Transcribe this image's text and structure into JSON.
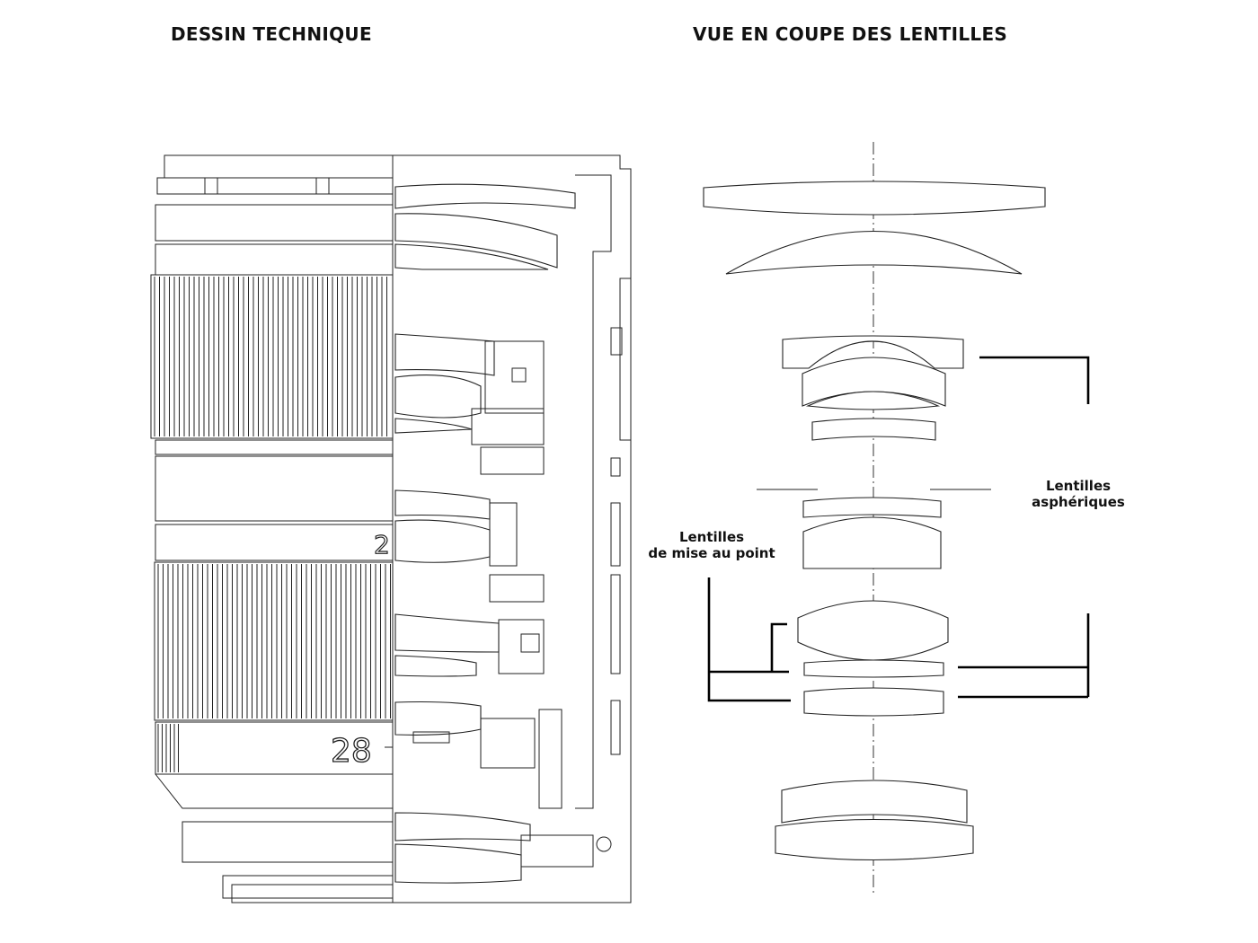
{
  "headings": {
    "technical_drawing": "DESSIN TECHNIQUE",
    "lens_section": "VUE EN COUPE DES LENTILLES"
  },
  "labels": {
    "aspherical_line1": "Lentilles",
    "aspherical_line2": "asphériques",
    "focusing_line1": "Lentilles",
    "focusing_line2": "de mise au point"
  },
  "barrel_markings": {
    "aperture_digit": "2",
    "focal_length": "28"
  }
}
